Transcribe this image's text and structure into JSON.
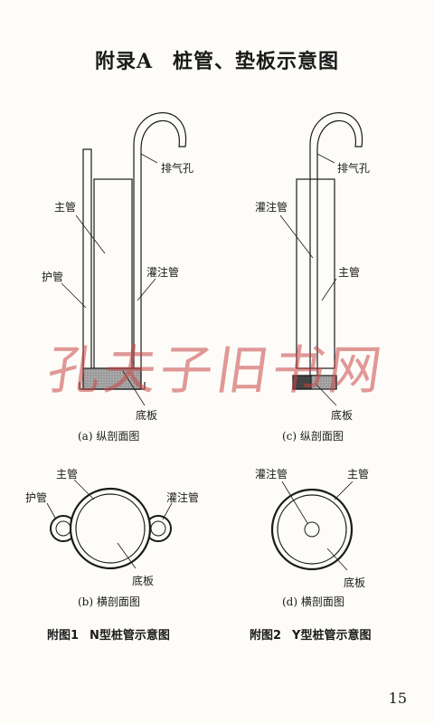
{
  "page": {
    "title_prefix": "附录A",
    "title_text": "桩管、垫板示意图",
    "page_number": "15",
    "watermark": "孔夫子旧书网"
  },
  "figures": {
    "a": {
      "caption": "(a) 纵剖面图",
      "labels": {
        "protect": "护管",
        "main": "主管",
        "fill": "灌注管",
        "vent": "排气孔",
        "base": "底板"
      }
    },
    "c": {
      "caption": "(c) 纵剖面图",
      "labels": {
        "fill": "灌注管",
        "main": "主管",
        "vent": "排气孔",
        "base": "底板"
      }
    },
    "b": {
      "caption": "(b) 横剖面图",
      "labels": {
        "protect": "护管",
        "main": "主管",
        "fill": "灌注管",
        "base": "底板"
      }
    },
    "d": {
      "caption": "(d) 横剖面图",
      "labels": {
        "fill": "灌注管",
        "main": "主管",
        "base": "底板"
      }
    }
  },
  "figure_captions": {
    "fig1_num": "附图1",
    "fig1_text": "N型桩管示意图",
    "fig2_num": "附图2",
    "fig2_text": "Y型桩管示意图"
  }
}
